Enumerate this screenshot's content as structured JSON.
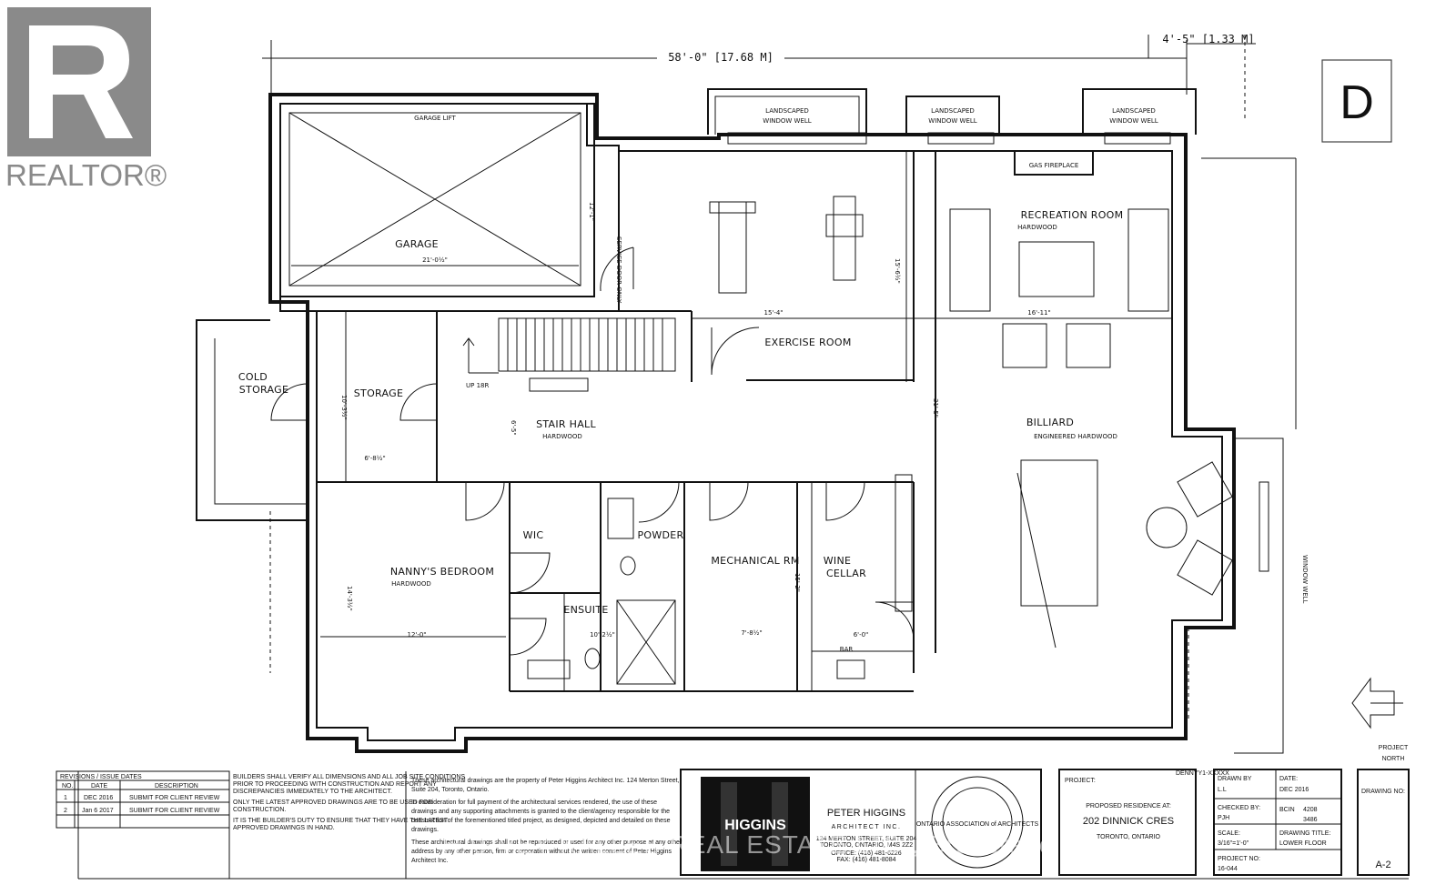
{
  "realtor": {
    "logo_text": "REALTOR®"
  },
  "sheet_letter": "D",
  "dimensions": {
    "overall": "58'-0\" [17.68 M]",
    "offset": "4'-5\" [1.33 M]"
  },
  "rooms": {
    "garage_lift": "GARAGE LIFT",
    "garage": "GARAGE",
    "garage_width": "21'-0½\"",
    "garage_depth": "12'-1\"",
    "service_door": "SERVICE DOOR ONLY",
    "window_well_1": "LANDSCAPED\nWINDOW WELL",
    "window_well_2": "LANDSCAPED\nWINDOW WELL",
    "window_well_3": "LANDSCAPED\nWINDOW WELL",
    "gas_fireplace": "GAS FIREPLACE",
    "recreation_room": "RECREATION ROOM",
    "recreation_floor": "HARDWOOD",
    "exercise_room": "EXERCISE ROOM",
    "exercise_width": "15'-4\"",
    "exercise_depth": "15'-6½\"",
    "recreation_width": "16'-11\"",
    "cold_storage": "COLD\nSTORAGE",
    "storage": "STORAGE",
    "storage_dim_w": "6'-8½\"",
    "storage_dim_d": "10'-3½\"",
    "stair_up": "UP 18R",
    "stair_hall": "STAIR HALL",
    "stair_floor": "HARDWOOD",
    "stair_dim": "6'-5\"",
    "billiard": "BILLIARD",
    "billiard_floor": "ENGINEERED HARDWOOD",
    "billiard_depth": "31'-5\"",
    "window_well_side": "WINDOW WELL",
    "wic": "WIC",
    "powder": "POWDER",
    "nannys_bedroom": "NANNY'S BEDROOM",
    "nanny_floor": "HARDWOOD",
    "nanny_width": "12'-0\"",
    "nanny_depth": "14'-3½\"",
    "ensuite": "ENSUITE",
    "ensuite_dim": "10'-2½\"",
    "mechanical": "MECHANICAL RM",
    "mech_width": "7'-8½\"",
    "mech_depth": "15'-2\"",
    "wine_cellar": "WINE\nCELLAR",
    "wine_dim": "6'-0\"",
    "bar": "BAR"
  },
  "north": {
    "label": "PROJECT\nNORTH"
  },
  "title_block": {
    "revisions_title": "REVISIONS / ISSUE DATES",
    "col_no": "NO.",
    "col_date": "DATE",
    "col_desc": "DESCRIPTION",
    "revisions": [
      {
        "no": "1",
        "date": "DEC 2016",
        "desc": "SUBMIT FOR CLIENT REVIEW"
      },
      {
        "no": "2",
        "date": "Jan 6 2017",
        "desc": "SUBMIT FOR CLIENT REVIEW"
      }
    ],
    "builder_note_1": "BUILDERS SHALL VERIFY ALL DIMENSIONS AND ALL JOB SITE CONDITIONS",
    "builder_note_2": "PRIOR TO PROCEEDING WITH CONSTRUCTION AND REPORT ANY",
    "builder_note_3": "DISCREPANCIES IMMEDIATELY TO THE ARCHITECT.",
    "builder_note_4": "ONLY THE LATEST APPROVED DRAWINGS ARE TO BE USED FOR",
    "builder_note_5": "CONSTRUCTION.",
    "builder_note_6": "IT IS THE BUILDER'S DUTY TO ENSURE THAT THEY HAVE THE LATEST",
    "builder_note_7": "APPROVED DRAWINGS IN HAND.",
    "legal_1": "These architectural drawings are the property of Peter Higgins Architect Inc. 124 Merton Street,",
    "legal_2": "Suite 204, Toronto, Ontario.",
    "legal_3": "In consideration for full payment of the architectural services rendered, the use of these",
    "legal_4": "drawings and any supporting attachments is granted to the client/agency responsible for the",
    "legal_5": "construction of the forementioned titled project, as designed, depicted and detailed on these",
    "legal_6": "drawings.",
    "legal_7": "These architectural drawings shall not be reproduced or used for any other purpose at any other",
    "legal_8": "address by any other person, firm or corporation without the written consent of Peter Higgins",
    "legal_9": "Architect Inc.",
    "logo_word": "HIGGINS",
    "firm_name": "PETER HIGGINS",
    "firm_sub": "ARCHITECT INC.",
    "firm_addr_1": "124 MERTON STREET, SUITE 204",
    "firm_addr_2": "TORONTO, ONTARIO, M4S 2Z2",
    "firm_office": "OFFICE: (416) 481-6226",
    "firm_fax": "FAX: (416) 481-8084",
    "seal_text": "ONTARIO ASSOCIATION of ARCHITECTS",
    "project_label": "PROJECT:",
    "project_1": "PROPOSED RESIDENCE AT:",
    "project_2": "202 DINNICK CRES",
    "project_3": "TORONTO, ONTARIO",
    "dennyy": "DENNYY1-XXXXX",
    "drawn_by_label": "DRAWN BY",
    "drawn_by": "L.L",
    "date_label": "DATE:",
    "date": "DEC 2016",
    "checked_label": "CHECKED BY:",
    "checked": "PJH",
    "bcin_label": "BCIN",
    "bcin_1": "4208",
    "bcin_2": "3486",
    "scale_label": "SCALE:",
    "scale": "3/16\"=1'-0\"",
    "title_label": "DRAWING TITLE:",
    "title": "LOWER FLOOR",
    "project_no_label": "PROJECT NO:",
    "project_no": "16-044",
    "drawing_no_label": "DRAWING NO:",
    "drawing_no": "A-2"
  },
  "watermark": "HARVEY KALLES REAL ESTATE LTD., Brokerage"
}
